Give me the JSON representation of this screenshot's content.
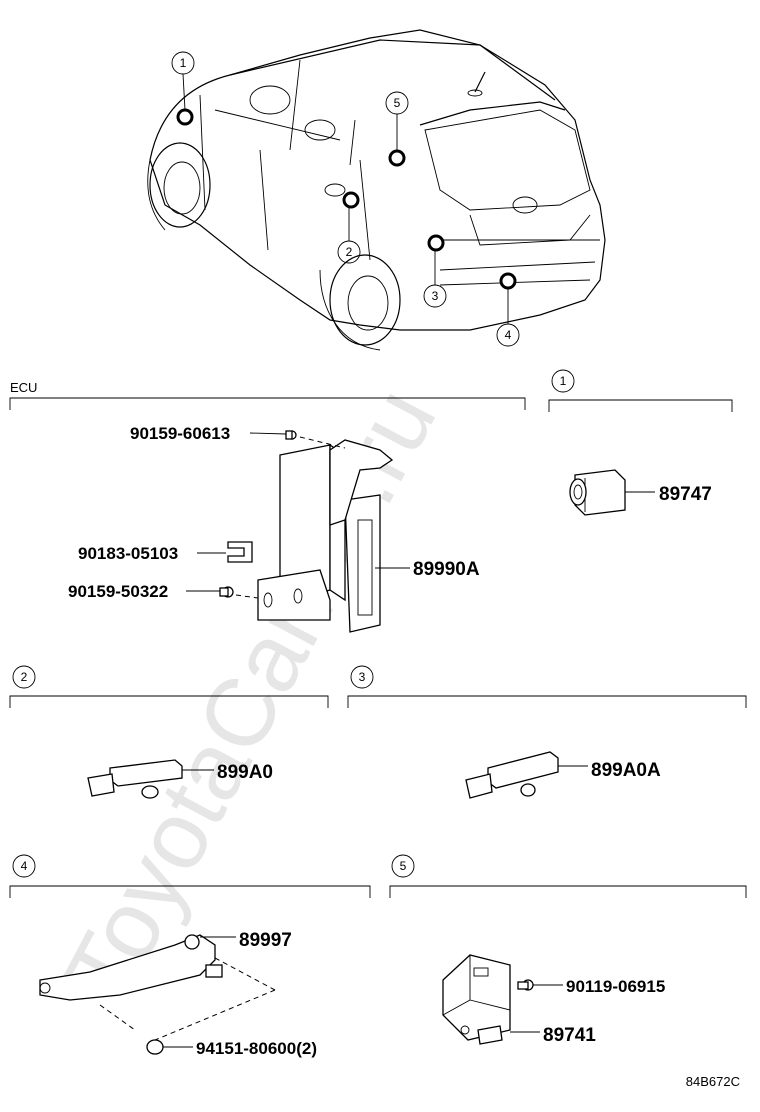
{
  "watermark": "ToyotaCarMir.ru",
  "figure_code": "84B672C",
  "location_callouts": [
    "1",
    "2",
    "3",
    "4",
    "5"
  ],
  "sections": {
    "ecu": {
      "title": "ECU",
      "parts": [
        "90159-60613",
        "90183-05103",
        "90159-50322",
        "89990A"
      ]
    },
    "s1": {
      "number": "1",
      "parts": [
        "89747"
      ]
    },
    "s2": {
      "number": "2",
      "parts": [
        "899A0"
      ]
    },
    "s3": {
      "number": "3",
      "parts": [
        "899A0A"
      ]
    },
    "s4": {
      "number": "4",
      "parts": [
        "89997",
        "94151-80600(2)"
      ]
    },
    "s5": {
      "number": "5",
      "parts": [
        "90119-06915",
        "89741"
      ]
    }
  }
}
